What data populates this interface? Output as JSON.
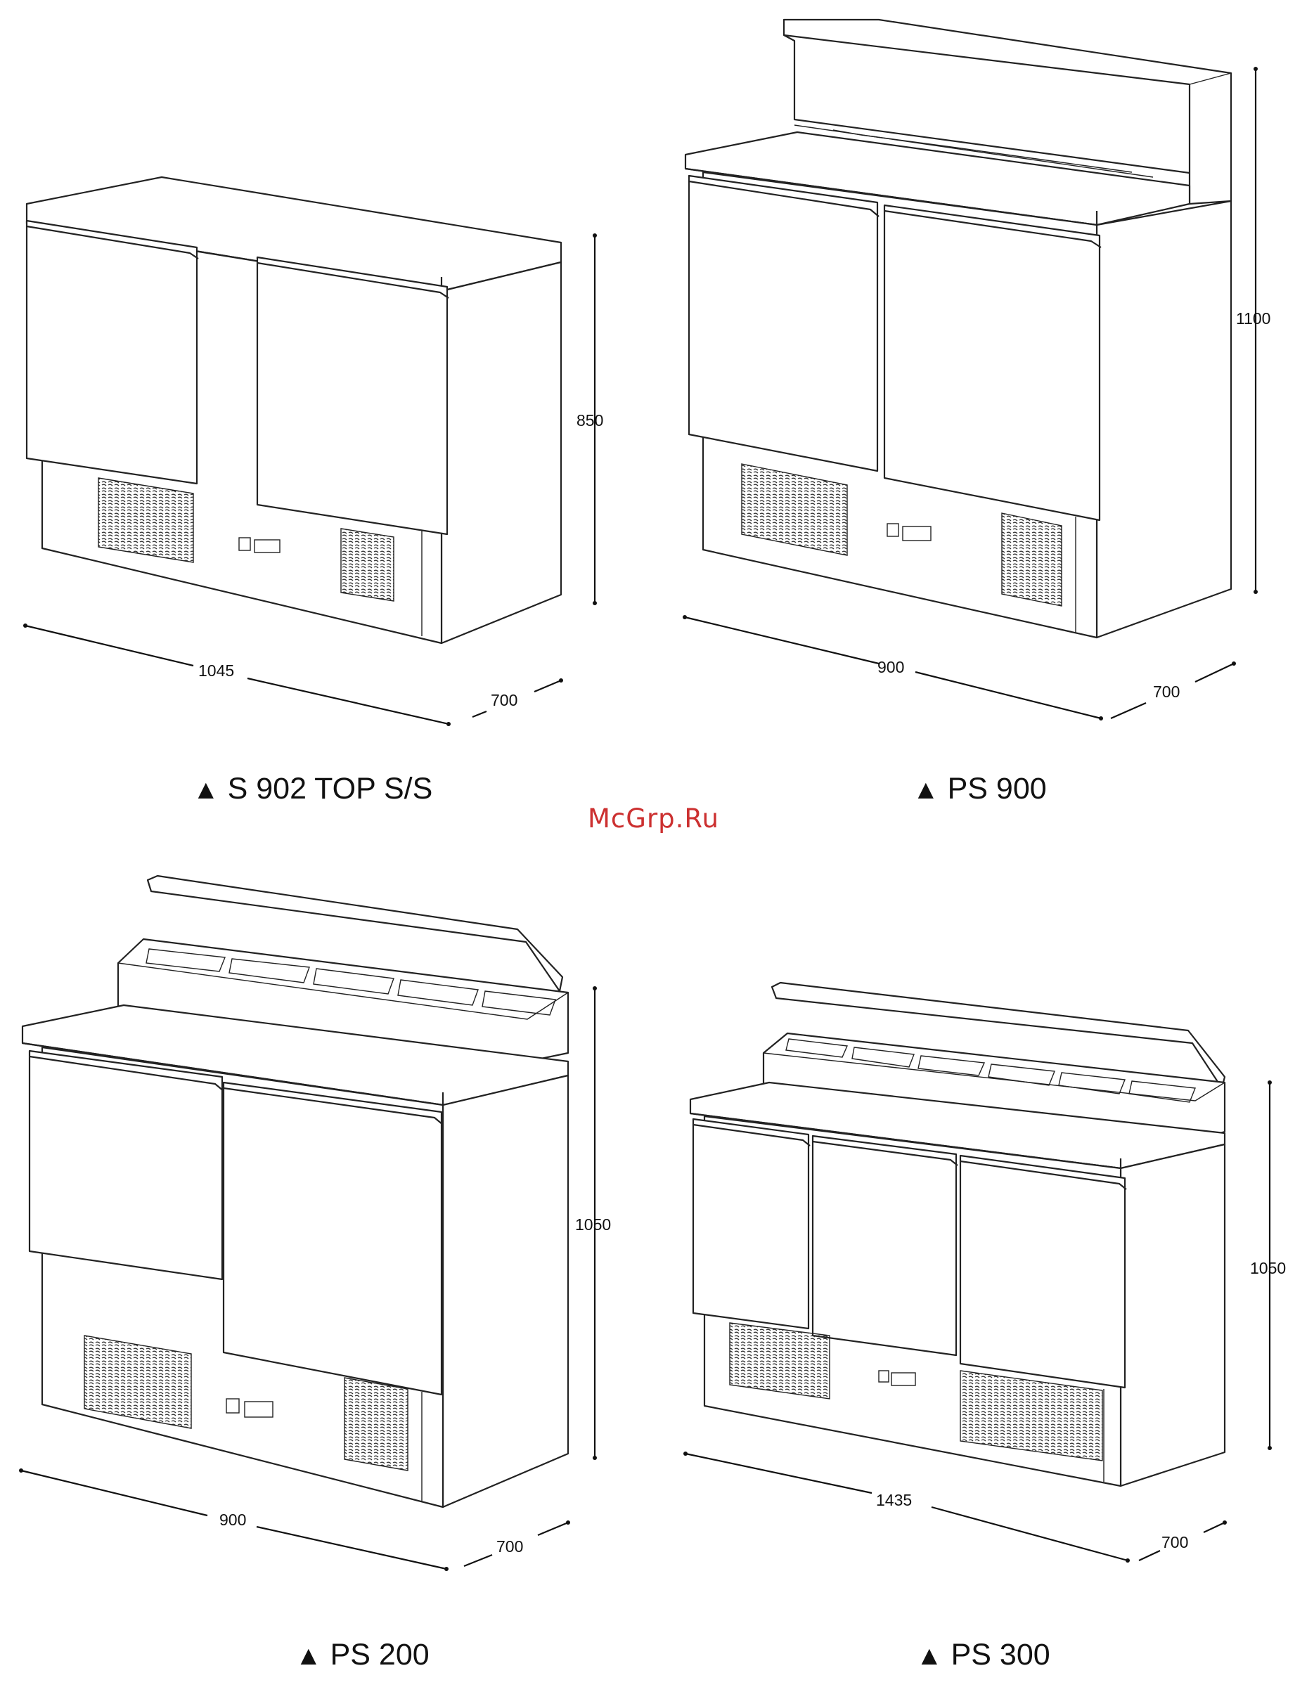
{
  "watermark": "McGrp.Ru",
  "units": [
    {
      "model": "S 902 TOP S/S",
      "marker": "▲",
      "width": "1045",
      "depth": "700",
      "height": "850",
      "doors": 2,
      "top": "flat"
    },
    {
      "model": "PS 900",
      "marker": "▲",
      "width": "900",
      "depth": "700",
      "height": "1100",
      "doors": 2,
      "top": "glass-canopy"
    },
    {
      "model": "PS 200",
      "marker": "▲",
      "width": "900",
      "depth": "700",
      "height": "1050",
      "doors": 2,
      "top": "hinged-lid"
    },
    {
      "model": "PS 300",
      "marker": "▲",
      "width": "1435",
      "depth": "700",
      "height": "1050",
      "doors": 3,
      "top": "hinged-lid"
    }
  ],
  "colors": {
    "line": "#222222",
    "watermark": "#cc3030"
  },
  "icons": {
    "marker": "triangle-up-icon"
  }
}
